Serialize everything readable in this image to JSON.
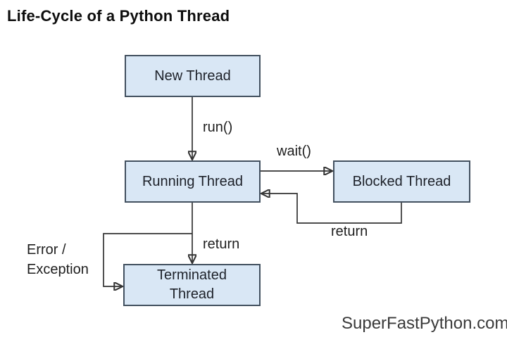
{
  "title": "Life-Cycle of a Python Thread",
  "watermark": "SuperFastPython.com",
  "colors": {
    "background": "#ffffff",
    "box_fill": "#d9e7f5",
    "box_border": "#42505f",
    "line": "#333333",
    "text": "#1d2129"
  },
  "nodes": {
    "new": {
      "label": "New Thread"
    },
    "running": {
      "label": "Running Thread"
    },
    "blocked": {
      "label": "Blocked Thread"
    },
    "terminated": {
      "line1": "Terminated",
      "line2": "Thread"
    }
  },
  "edges": {
    "run": {
      "from": "New Thread",
      "to": "Running Thread",
      "label": "run()"
    },
    "wait": {
      "from": "Running Thread",
      "to": "Blocked Thread",
      "label": "wait()"
    },
    "blocked_return": {
      "from": "Blocked Thread",
      "to": "Running Thread",
      "label": "return"
    },
    "terminated_return": {
      "from": "Running Thread",
      "to": "Terminated Thread",
      "label": "return"
    },
    "error": {
      "from": "Running Thread",
      "to": "Terminated Thread",
      "label_line1": "Error /",
      "label_line2": "Exception"
    }
  }
}
